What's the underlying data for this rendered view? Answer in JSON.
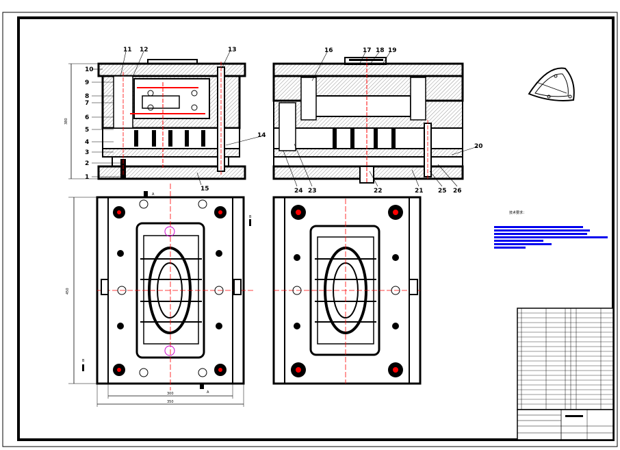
{
  "drawing": {
    "part_numbers_left": [
      "10",
      "9",
      "8",
      "7",
      "6",
      "5",
      "4",
      "3",
      "2",
      "1"
    ],
    "part_numbers_top_left": [
      "11",
      "12",
      "13"
    ],
    "part_numbers_top_right": [
      "16",
      "17",
      "18",
      "19"
    ],
    "part_number_14": "14",
    "part_number_20": "20",
    "part_numbers_bottom": [
      "15",
      "24",
      "23",
      "22",
      "21",
      "25",
      "26"
    ],
    "section_marks": [
      "A",
      "A",
      "B",
      "B"
    ],
    "dimensions": {
      "height_left": "380",
      "plan_height": "450",
      "width_inner": "300",
      "width_outer": "350"
    },
    "notes_title": "技术要求："
  },
  "colors": {
    "line": "#000000",
    "center": "#ff0000",
    "marker": "#cc00cc",
    "note_bar": "#0000ee",
    "hatch": "#777777"
  }
}
